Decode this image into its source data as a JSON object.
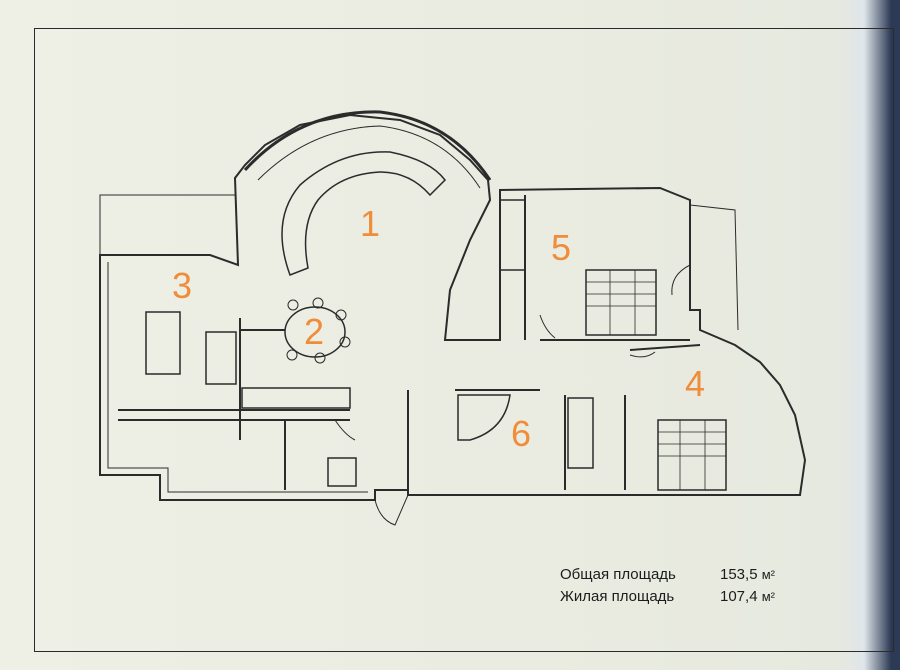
{
  "rooms": {
    "r1": "1",
    "r2": "2",
    "r3": "3",
    "r4": "4",
    "r5": "5",
    "r6": "6"
  },
  "areas": {
    "total_label": "Общая площадь",
    "total_value": "153,5",
    "living_label": "Жилая площадь",
    "living_value": "107,4",
    "unit": "м²"
  },
  "colors": {
    "room_number": "#f08c3a",
    "wall": "#2b2b2b",
    "background": "#eceee3"
  }
}
